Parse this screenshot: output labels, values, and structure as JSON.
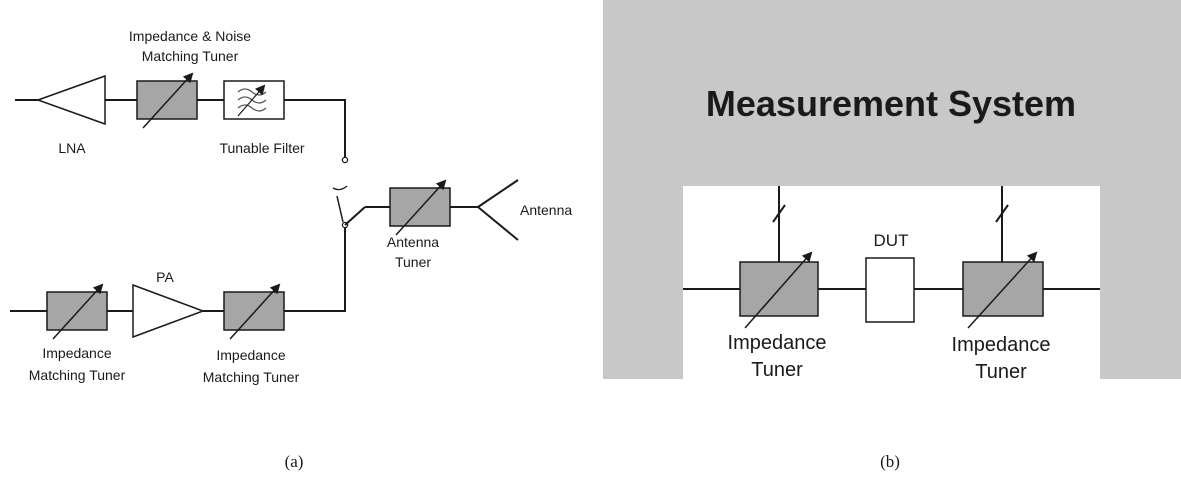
{
  "panel_a": {
    "caption": "(a)",
    "labels": {
      "rx_tuner_line1": "Impedance & Noise",
      "rx_tuner_line2": "Matching Tuner",
      "lna": "LNA",
      "tunable_filter": "Tunable Filter",
      "pa": "PA",
      "antenna": "Antenna",
      "antenna_tuner_line1": "Antenna",
      "antenna_tuner_line2": "Tuner",
      "tx_in_tuner_line1": "Impedance",
      "tx_in_tuner_line2": "Matching Tuner",
      "tx_out_tuner_line1": "Impedance",
      "tx_out_tuner_line2": "Matching Tuner"
    }
  },
  "panel_b": {
    "caption": "(b)",
    "title": "Measurement System",
    "dut": "DUT",
    "left_tuner_line1": "Impedance",
    "left_tuner_line2": "Tuner",
    "right_tuner_line1": "Impedance",
    "right_tuner_line2": "Tuner"
  },
  "colors": {
    "tuner_fill": "#a6a6a6",
    "measurement_frame": "#c8c8c8",
    "line": "#1a1a1a"
  }
}
